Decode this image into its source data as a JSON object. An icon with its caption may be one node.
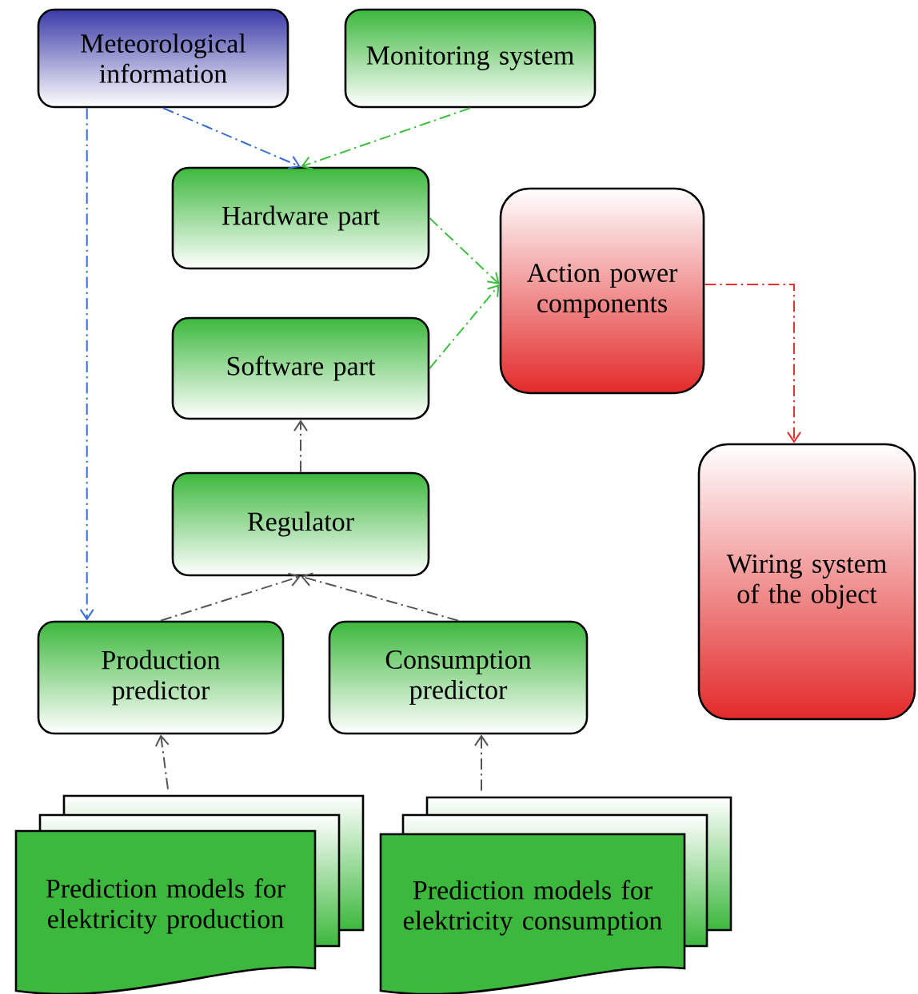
{
  "diagram": {
    "nodes": [
      {
        "text": [
          "Meteorological information"
        ]
      },
      {
        "text": [
          "Monitoring system"
        ]
      },
      {
        "text": [
          "Hardware part"
        ]
      },
      {
        "text": [
          "Software part"
        ]
      },
      {
        "text": [
          "Action power components"
        ]
      },
      {
        "text": [
          "Wiring system of the object"
        ]
      },
      {
        "text": [
          "Regulator"
        ]
      },
      {
        "text": [
          "Production predictor"
        ]
      },
      {
        "text": [
          "Consumption predictor"
        ]
      },
      {
        "text": [
          "Prediction models for elektricity production"
        ]
      },
      {
        "text": [
          "Prediction models for elektricity consumption"
        ]
      }
    ],
    "edges": [
      {
        "from": 0,
        "to": 2,
        "arrow": "to",
        "color": "#3a6fd0"
      },
      {
        "from": 1,
        "to": 2,
        "arrow": "to",
        "color": "#3cc03c"
      },
      {
        "from": 2,
        "to": 4,
        "arrow": "to",
        "color": "#3cc03c"
      },
      {
        "from": 3,
        "to": 4,
        "arrow": "to",
        "color": "#3cc03c"
      },
      {
        "from": 4,
        "to": 5,
        "arrow": "to",
        "color": "#e83030"
      },
      {
        "from": 0,
        "to": 7,
        "arrow": "to",
        "color": "#3a6fd0"
      },
      {
        "from": 6,
        "to": 3,
        "arrow": "to"
      },
      {
        "from": 7,
        "to": 6,
        "arrow": "to"
      },
      {
        "from": 8,
        "to": 6,
        "arrow": "to"
      },
      {
        "from": 9,
        "to": 7,
        "arrow": "to"
      },
      {
        "from": 10,
        "to": 8,
        "arrow": "to"
      }
    ]
  }
}
